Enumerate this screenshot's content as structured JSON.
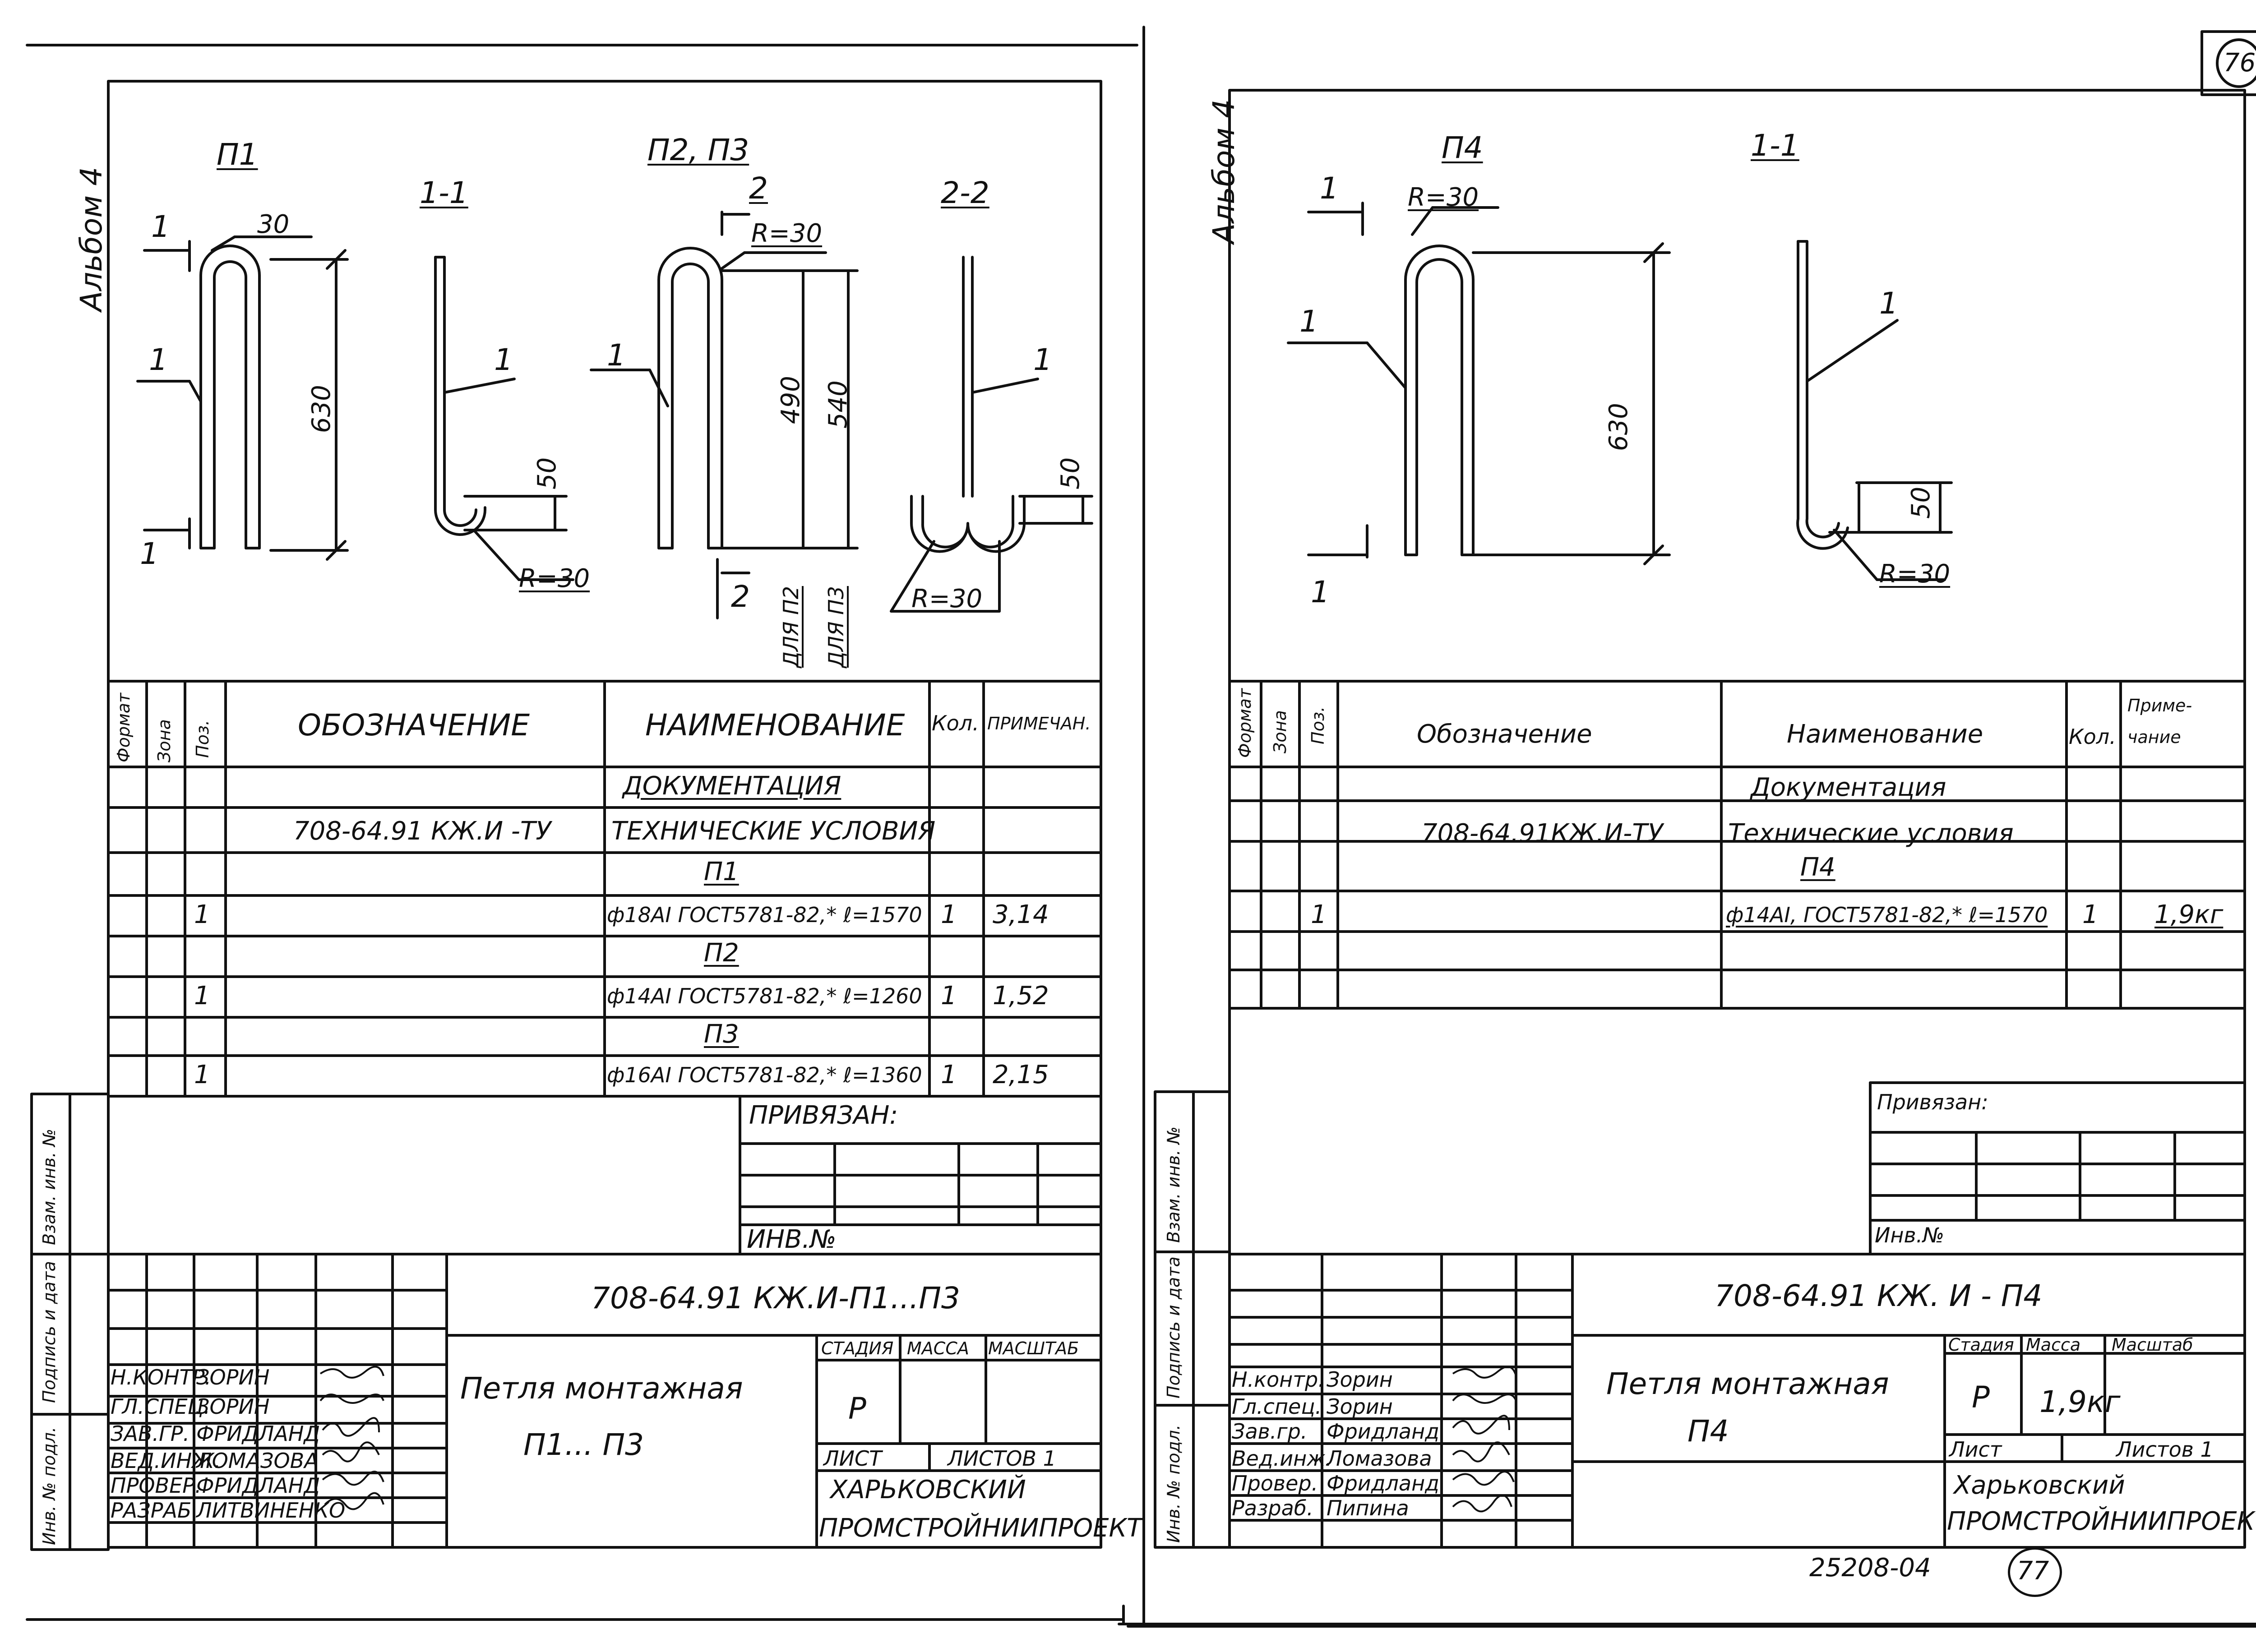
{
  "page_number": "76",
  "bottom_page_number": "77",
  "archive_number": "25208-04",
  "left_sheet": {
    "album_label": "Альбом 4",
    "views": {
      "p1": {
        "title": "П1",
        "dim_30": "30",
        "dim_630": "630",
        "pos": "1",
        "section_mark": "1"
      },
      "s11": {
        "title": "1-1",
        "pos": "1",
        "dim_50": "50",
        "radius": "R=30"
      },
      "p23": {
        "title": "П2, П3",
        "section_mark": "2",
        "radius": "R=30",
        "pos": "1",
        "dim_490": "490",
        "dim_540": "540",
        "for_p2": "ДЛЯ П2",
        "for_p3": "ДЛЯ П3"
      },
      "s22": {
        "title": "2-2",
        "pos": "1",
        "dim_50": "50",
        "radius": "R=30"
      }
    },
    "spec_headers": {
      "format": "Формат",
      "zone": "Зона",
      "pos": "Поз.",
      "designation": "ОБОЗНАЧЕНИЕ",
      "name": "НАИМЕНОВАНИЕ",
      "qty": "Кол.",
      "note": "ПРИМЕЧАН."
    },
    "spec_rows": [
      {
        "pos": "",
        "designation": "",
        "name": "ДОКУМЕНТАЦИЯ",
        "qty": "",
        "note": ""
      },
      {
        "pos": "",
        "designation": "708-64.91 КЖ.И -ТУ",
        "name": "ТЕХНИЧЕСКИЕ УСЛОВИЯ",
        "qty": "",
        "note": ""
      },
      {
        "pos": "",
        "designation": "",
        "name": "П1",
        "qty": "",
        "note": ""
      },
      {
        "pos": "1",
        "designation": "",
        "name": "ф18АI ГОСТ5781-82,* ℓ=1570",
        "qty": "1",
        "note": "3,14"
      },
      {
        "pos": "",
        "designation": "",
        "name": "П2",
        "qty": "",
        "note": ""
      },
      {
        "pos": "1",
        "designation": "",
        "name": "ф14АI ГОСТ5781-82,* ℓ=1260",
        "qty": "1",
        "note": "1,52"
      },
      {
        "pos": "",
        "designation": "",
        "name": "П3",
        "qty": "",
        "note": ""
      },
      {
        "pos": "1",
        "designation": "",
        "name": "ф16АI ГОСТ5781-82,* ℓ=1360",
        "qty": "1",
        "note": "2,15"
      }
    ],
    "side_stamp": {
      "inv_replaced": "Взам. инв. №",
      "sign_date": "Подпись и дата",
      "inv_orig": "Инв. № подл."
    },
    "linked": "ПРИВЯЗАН:",
    "inv_no": "ИНВ.№",
    "code": "708-64.91 КЖ.И-П1...П3",
    "title_line1": "Петля монтажная",
    "title_line2": "П1... П3",
    "stage_h": "СТАДИЯ",
    "mass_h": "МАССА",
    "scale_h": "МАСШТАБ",
    "stage": "Р",
    "sheet_h": "ЛИСТ",
    "sheets_h": "ЛИСТОВ 1",
    "org_line1": "ХАРЬКОВСКИЙ",
    "org_line2": "ПРОМСТРОЙНИИПРОЕКТ",
    "signers": [
      {
        "role": "Н.КОНТР.",
        "name": "ЗОРИН"
      },
      {
        "role": "ГЛ.СПЕЦ.",
        "name": "ЗОРИН"
      },
      {
        "role": "ЗАВ.ГР.",
        "name": "ФРИДЛАНД"
      },
      {
        "role": "ВЕД.ИНЖ.",
        "name": "ЛОМАЗОВА"
      },
      {
        "role": "ПРОВЕР.",
        "name": "ФРИДЛАНД"
      },
      {
        "role": "РАЗРАБ.",
        "name": "ЛИТВИНЕНКО"
      }
    ]
  },
  "right_sheet": {
    "album_label": "Альбом 4",
    "views": {
      "p4": {
        "title": "П4",
        "radius": "R=30",
        "section_mark": "1",
        "pos": "1",
        "dim_630": "630"
      },
      "s11": {
        "title": "1-1",
        "pos": "1",
        "dim_50": "50",
        "radius": "R=30"
      }
    },
    "spec_headers": {
      "format": "Формат",
      "zone": "Зона",
      "pos": "Поз.",
      "designation": "Обозначение",
      "name": "Наименование",
      "qty": "Кол.",
      "note_l1": "Приме-",
      "note_l2": "чание"
    },
    "spec_rows": [
      {
        "pos": "",
        "designation": "",
        "name": "Документация",
        "qty": "",
        "note": ""
      },
      {
        "pos": "",
        "designation": "708-64.91КЖ.И-ТУ",
        "name": "Технические условия",
        "qty": "",
        "note": ""
      },
      {
        "pos": "",
        "designation": "",
        "name": "П4",
        "qty": "",
        "note": ""
      },
      {
        "pos": "1",
        "designation": "",
        "name": "ф14АI, ГОСТ5781-82,* ℓ=1570",
        "qty": "1",
        "note": "1,9кг"
      }
    ],
    "side_stamp": {
      "inv_replaced": "Взам. инв. №",
      "sign_date": "Подпись и дата",
      "inv_orig": "Инв. № подл."
    },
    "linked": "Привязан:",
    "inv_no": "Инв.№",
    "code": "708-64.91 КЖ. И - П4",
    "title_line1": "Петля монтажная",
    "title_line2": "П4",
    "stage_h": "Стадия",
    "mass_h": "Масса",
    "scale_h": "Масштаб",
    "stage": "Р",
    "mass": "1,9кг",
    "sheet_h": "Лист",
    "sheets_h": "Листов 1",
    "org_line1": "Харьковский",
    "org_line2": "ПРОМСТРОЙНИИПРОЕКТ",
    "signers": [
      {
        "role": "Н.контр.",
        "name": "Зорин"
      },
      {
        "role": "Гл.спец.",
        "name": "Зорин"
      },
      {
        "role": "Зав.гр.",
        "name": "Фридланд"
      },
      {
        "role": "Вед.инж.",
        "name": "Ломазова"
      },
      {
        "role": "Провер.",
        "name": "Фридланд"
      },
      {
        "role": "Разраб.",
        "name": "Пипина"
      }
    ]
  }
}
